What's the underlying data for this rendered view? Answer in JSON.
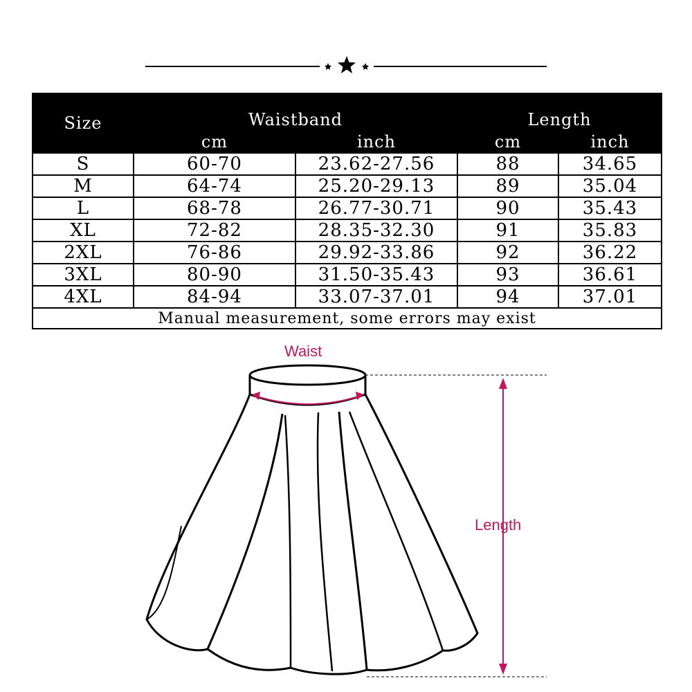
{
  "table": {
    "size_header": "Size",
    "waistband_header": "Waistband",
    "length_header": "Length",
    "units": [
      "cm",
      "inch",
      "cm",
      "inch"
    ],
    "rows": [
      {
        "size": "S",
        "waist_cm": "60-70",
        "waist_inch": "23.62-27.56",
        "length_cm": "88",
        "length_inch": "34.65"
      },
      {
        "size": "M",
        "waist_cm": "64-74",
        "waist_inch": "25.20-29.13",
        "length_cm": "89",
        "length_inch": "35.04"
      },
      {
        "size": "L",
        "waist_cm": "68-78",
        "waist_inch": "26.77-30.71",
        "length_cm": "90",
        "length_inch": "35.43"
      },
      {
        "size": "XL",
        "waist_cm": "72-82",
        "waist_inch": "28.35-32.30",
        "length_cm": "91",
        "length_inch": "35.83"
      },
      {
        "size": "2XL",
        "waist_cm": "76-86",
        "waist_inch": "29.92-33.86",
        "length_cm": "92",
        "length_inch": "36.22"
      },
      {
        "size": "3XL",
        "waist_cm": "80-90",
        "waist_inch": "31.50-35.43",
        "length_cm": "93",
        "length_inch": "36.61"
      },
      {
        "size": "4XL",
        "waist_cm": "84-94",
        "waist_inch": "33.07-37.01",
        "length_cm": "94",
        "length_inch": "37.01"
      }
    ],
    "note": "Manual measurement, some errors may exist"
  },
  "diagram": {
    "waist_label": "Waist",
    "length_label": "Length",
    "accent_color": "#c2185b"
  }
}
